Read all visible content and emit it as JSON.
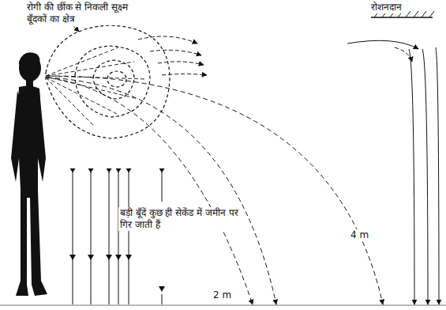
{
  "diagram": {
    "labels": [
      "रोगी की छींक से निकली सूक्ष्म बूँदकों का क्षेत्र",
      "रोशनदान",
      "बड़ी बूँदें कुछ ही सेकेंड में जमीन पर गिर जाती हैं",
      "2 m",
      "4 m"
    ]
  }
}
